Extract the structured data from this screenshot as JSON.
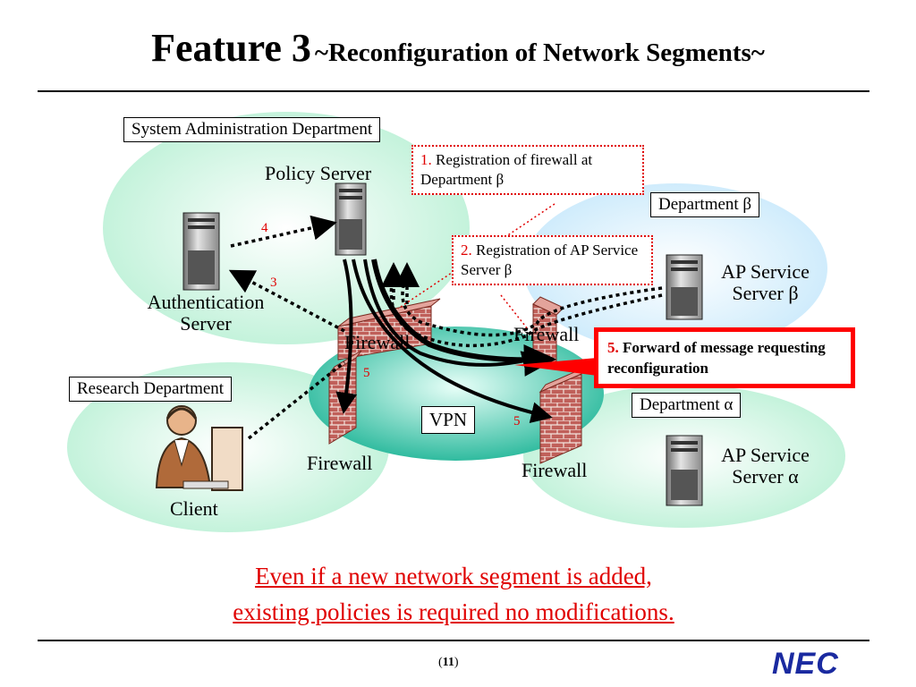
{
  "title": {
    "main": "Feature 3",
    "subtitle": "~Reconfiguration of Network Segments~"
  },
  "boxes": {
    "sys_admin": "System Administration Department",
    "research": "Research Department",
    "dept_beta": "Department β",
    "dept_alpha": "Department α",
    "vpn": "VPN"
  },
  "callouts": {
    "c1_num": "1.",
    "c1_text": "Registration of firewall at Department β",
    "c2_num": "2.",
    "c2_text": "Registration of AP Service Server β",
    "c5_num": "5.",
    "c5_text": "Forward of message requesting reconfiguration"
  },
  "labels": {
    "policy_server": "Policy Server",
    "auth_server_1": "Authentication",
    "auth_server_2": "Server",
    "ap_beta_1": "AP Service",
    "ap_beta_2": "Server β",
    "ap_alpha_1": "AP Service",
    "ap_alpha_2": "Server α",
    "client": "Client",
    "firewall_top_left": "Firewall",
    "firewall_top_right": "Firewall",
    "firewall_bottom_left": "Firewall",
    "firewall_bottom_right": "Firewall"
  },
  "step_numbers": {
    "s4": "4",
    "s3": "3",
    "s5a": "5",
    "s5b": "5"
  },
  "conclusion": {
    "line1": "Even if a new network segment is added,",
    "line2": "existing policies is required no modifications."
  },
  "footer": {
    "page_open": "(",
    "page": "11",
    "page_close": ")",
    "logo": "NEC"
  },
  "colors": {
    "accent_red": "#e00000",
    "ellipse_green": "#ccf5e0",
    "ellipse_blue": "#d9f0fc",
    "vpn_teal": "#29b89b",
    "logo_blue": "#1a2aa0",
    "brick": "#c0605a"
  }
}
